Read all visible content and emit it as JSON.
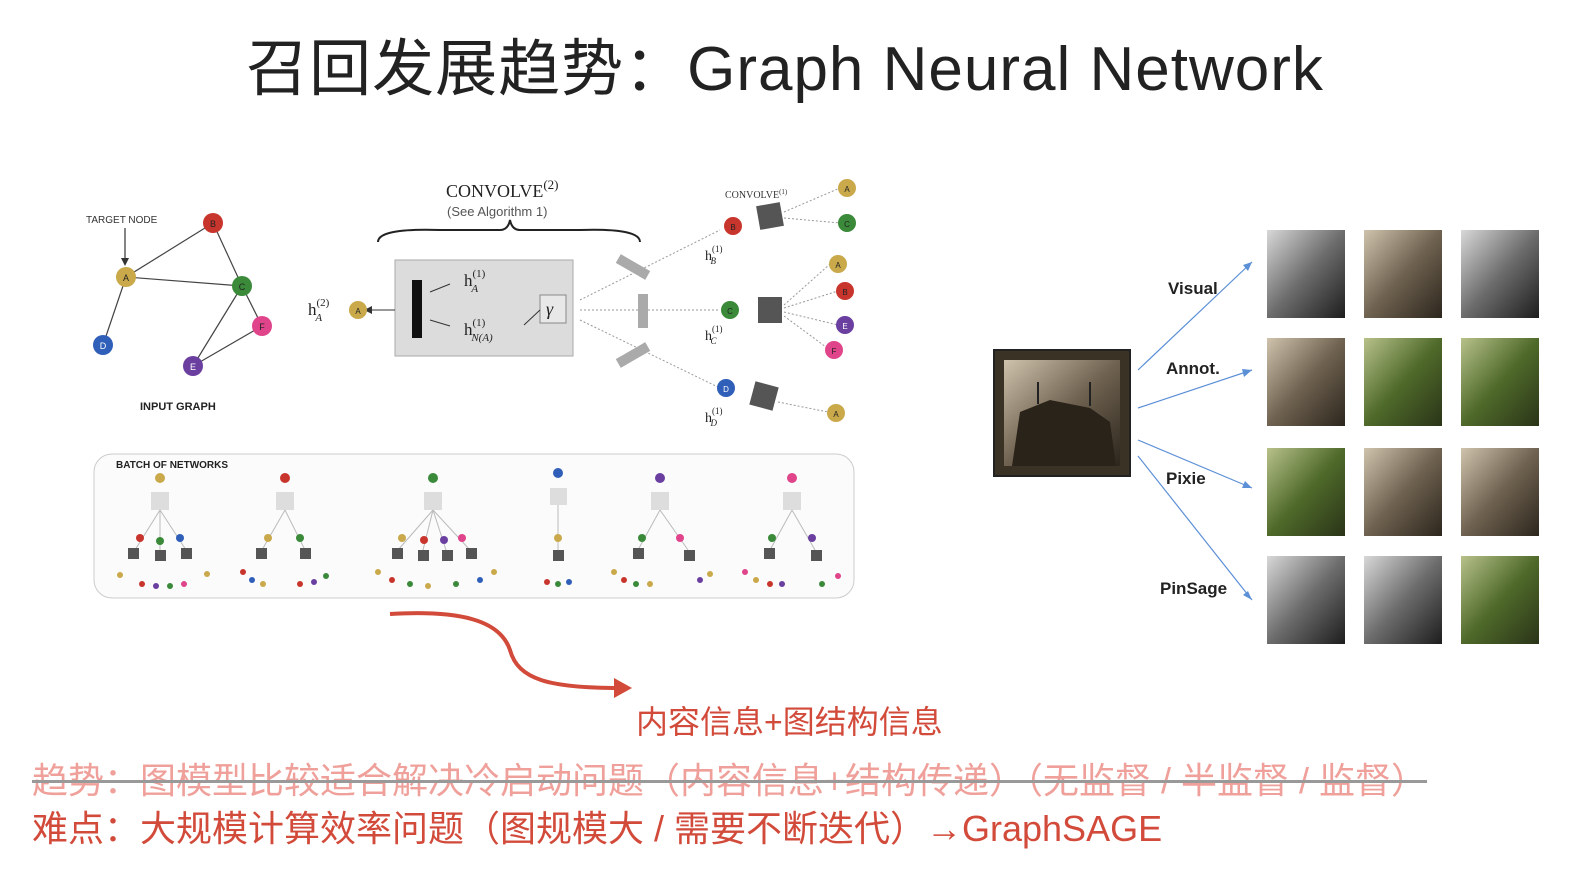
{
  "title": "召回发展趋势：Graph Neural Network",
  "left_diagram": {
    "target_node_label": "TARGET NODE",
    "input_graph_label": "INPUT GRAPH",
    "convolve_label": "CONVOLVE",
    "convolve_superscript_outer": "(2)",
    "convolve_superscript_inner": "(1)",
    "algorithm_note": "(See Algorithm 1)",
    "gamma": "γ",
    "output_h": "h",
    "output_sup": "(2)",
    "output_sub": "A",
    "h_a_label": "h",
    "h_a_sup": "(1)",
    "h_a_sub": "A",
    "h_n_label": "h",
    "h_n_sup": "(1)",
    "h_n_sub": "N(A)",
    "h_b_sub": "B",
    "h_c_sub": "C",
    "h_d_sub": "D",
    "batch_label": "BATCH OF NETWORKS",
    "nodes": [
      {
        "id": "A",
        "color": "#c9a94a"
      },
      {
        "id": "B",
        "color": "#c8352c"
      },
      {
        "id": "C",
        "color": "#3a8a3a"
      },
      {
        "id": "D",
        "color": "#2f5fb8"
      },
      {
        "id": "E",
        "color": "#6a3fa0"
      },
      {
        "id": "F",
        "color": "#e0448a"
      }
    ],
    "arrow_caption": "内容信息+图结构信息"
  },
  "right_diagram": {
    "rows": [
      {
        "label": "Visual"
      },
      {
        "label": "Annot."
      },
      {
        "label": "Pixie"
      },
      {
        "label": "PinSage"
      }
    ],
    "link_color": "#5b8fd6"
  },
  "bottom": {
    "trend": "趋势：图模型比较适合解决冷启动问题（内容信息+结构传递）（无监督 / 半监督 / 监督）",
    "difficulty": "难点：大规模计算效率问题（图规模大 / 需要不断迭代）→GraphSAGE"
  },
  "colors": {
    "accent_red": "#d24a3a",
    "faded_red": "#f0a09a"
  }
}
